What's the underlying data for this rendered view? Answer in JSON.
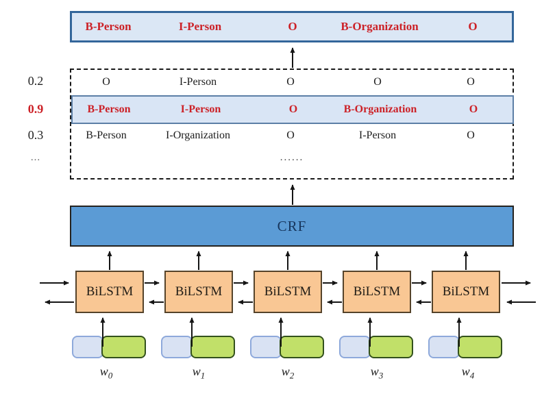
{
  "output_sequence": {
    "labels": [
      "B-Person",
      "I-Person",
      "O",
      "B-Organization",
      "O"
    ]
  },
  "candidates": {
    "rows": [
      {
        "score": "0.2",
        "labels": [
          "O",
          "I-Person",
          "O",
          "O",
          "O"
        ]
      },
      {
        "score": "0.9",
        "labels": [
          "B-Person",
          "I-Person",
          "O",
          "B-Organization",
          "O"
        ]
      },
      {
        "score": "0.3",
        "labels": [
          "B-Person",
          "I-Organization",
          "O",
          "I-Person",
          "O"
        ]
      }
    ],
    "ellipsis_score": "...",
    "ellipsis_row": "......"
  },
  "crf": {
    "label": "CRF"
  },
  "encoder": {
    "units": [
      "BiLSTM",
      "BiLSTM",
      "BiLSTM",
      "BiLSTM",
      "BiLSTM"
    ]
  },
  "inputs": {
    "words": [
      {
        "symbol": "w",
        "subscript": "0"
      },
      {
        "symbol": "w",
        "subscript": "1"
      },
      {
        "symbol": "w",
        "subscript": "2"
      },
      {
        "symbol": "w",
        "subscript": "3"
      },
      {
        "symbol": "w",
        "subscript": "4"
      }
    ]
  },
  "colors": {
    "output_box_fill": "#dbe7f5",
    "output_box_border": "#33669a",
    "selected_text_red": "#cc2127",
    "highlight_row_fill": "#d9e5f5",
    "highlight_row_border": "#5c7fa6",
    "crf_fill": "#5b9bd5",
    "crf_text": "#17365d",
    "bilstm_fill": "#f9c794",
    "embedding_left_fill": "#d9e2f3",
    "embedding_left_border": "#8ea9db",
    "embedding_right_fill": "#c1e069",
    "embedding_right_border": "#33511c",
    "arrow": "#151515"
  }
}
